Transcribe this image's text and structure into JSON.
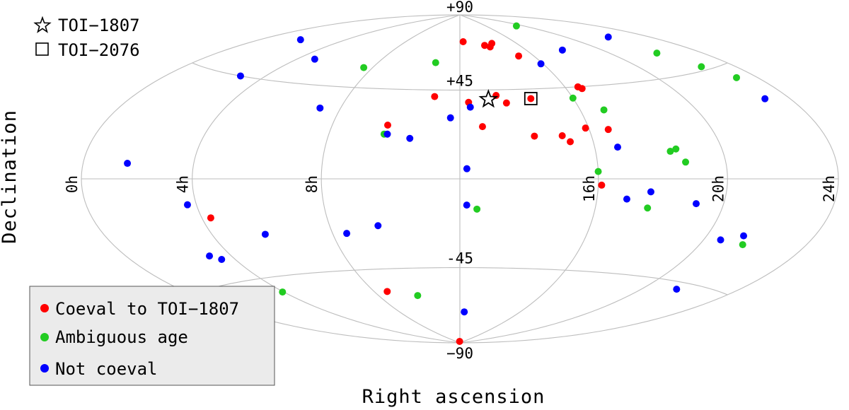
{
  "chart_data": {
    "type": "scatter",
    "projection": "hammer-aitoff",
    "title": "",
    "xlabel": "Right ascension",
    "ylabel": "Declination",
    "x_unit": "h",
    "x_ticks": [
      {
        "ra": 0,
        "label": "0h"
      },
      {
        "ra": 4,
        "label": "4h"
      },
      {
        "ra": 8,
        "label": "8h"
      },
      {
        "ra": 16,
        "label": "16h"
      },
      {
        "ra": 20,
        "label": "20h"
      },
      {
        "ra": 24,
        "label": "24h"
      }
    ],
    "y_ticks": [
      {
        "dec": 90,
        "label": "+90"
      },
      {
        "dec": 45,
        "label": "+45"
      },
      {
        "dec": -45,
        "label": "-45"
      },
      {
        "dec": -90,
        "label": "−90"
      }
    ],
    "grid": true,
    "legend_position": "bottom-left",
    "colors": {
      "coeval": "#ff0000",
      "ambiguous": "#22cc22",
      "not_coeval": "#0000ff",
      "grid": "#bdbdbd"
    },
    "targets": [
      {
        "name": "TOI−1807",
        "marker": "star",
        "ra": 13.0,
        "dec": 40.0
      },
      {
        "name": "TOI−2076",
        "marker": "square",
        "ra": 14.5,
        "dec": 40.0
      }
    ],
    "series": [
      {
        "name": "Coeval to TOI−1807",
        "color": "#ff0000",
        "points": [
          {
            "ra": 12.25,
            "dec": 72.5
          },
          {
            "ra": 13.7,
            "dec": 70
          },
          {
            "ra": 14,
            "dec": 69
          },
          {
            "ra": 14.3,
            "dec": 71
          },
          {
            "ra": 15.2,
            "dec": 63
          },
          {
            "ra": 16.5,
            "dec": 45
          },
          {
            "ra": 16.6,
            "dec": 44
          },
          {
            "ra": 13.3,
            "dec": 42
          },
          {
            "ra": 12.3,
            "dec": 38.5
          },
          {
            "ra": 11.1,
            "dec": 41.5
          },
          {
            "ra": 14.5,
            "dec": 40
          },
          {
            "ra": 13.6,
            "dec": 38
          },
          {
            "ra": 16.6,
            "dec": 23.5
          },
          {
            "ra": 15.1,
            "dec": 21
          },
          {
            "ra": 12.7,
            "dec": 26
          },
          {
            "ra": 14.25,
            "dec": 21
          },
          {
            "ra": 15.3,
            "dec": 18
          },
          {
            "ra": 9.75,
            "dec": 26.5
          },
          {
            "ra": 15.9,
            "dec": 24.5
          },
          {
            "ra": 16.1,
            "dec": -3
          },
          {
            "ra": 4.3,
            "dec": -17
          },
          {
            "ra": 8.6,
            "dec": -57
          },
          {
            "ra": 11.7,
            "dec": -89
          }
        ]
      },
      {
        "name": "Ambiguous age",
        "color": "#22cc22",
        "points": [
          {
            "ra": 19.4,
            "dec": 79
          },
          {
            "ra": 10.8,
            "dec": 60
          },
          {
            "ra": 7.6,
            "dec": 55.5
          },
          {
            "ra": 22.1,
            "dec": 55
          },
          {
            "ra": 22.6,
            "dec": 46.5
          },
          {
            "ra": 23.15,
            "dec": 40
          },
          {
            "ra": 16.0,
            "dec": 39.5
          },
          {
            "ra": 16.8,
            "dec": 33
          },
          {
            "ra": 9.7,
            "dec": 22
          },
          {
            "ra": 18.3,
            "dec": 12.5
          },
          {
            "ra": 18.5,
            "dec": 13.5
          },
          {
            "ra": 18.7,
            "dec": 7.5
          },
          {
            "ra": 16.0,
            "dec": 3.5
          },
          {
            "ra": 12.5,
            "dec": -15
          },
          {
            "ra": 17.6,
            "dec": -13.5
          },
          {
            "ra": 21.55,
            "dec": -27
          },
          {
            "ra": 3.95,
            "dec": -52
          },
          {
            "ra": 9.9,
            "dec": -60
          }
        ]
      },
      {
        "name": "Not coeval",
        "color": "#0000ff",
        "points": [
          {
            "ra": 1.75,
            "dec": 63
          },
          {
            "ra": 4.8,
            "dec": 57
          },
          {
            "ra": 3.0,
            "dec": 45
          },
          {
            "ra": 15.9,
            "dec": 58
          },
          {
            "ra": 18.0,
            "dec": 64
          },
          {
            "ra": 22.2,
            "dec": 65
          },
          {
            "ra": 23.0,
            "dec": 31
          },
          {
            "ra": 7.3,
            "dec": 34
          },
          {
            "ra": 11.7,
            "dec": 30.5
          },
          {
            "ra": 12.35,
            "dec": 36
          },
          {
            "ra": 9.8,
            "dec": 22
          },
          {
            "ra": 10.5,
            "dec": 20
          },
          {
            "ra": 16.7,
            "dec": 15
          },
          {
            "ra": 12.2,
            "dec": 5
          },
          {
            "ra": 1.7,
            "dec": 6
          },
          {
            "ra": 16.9,
            "dec": -9.5
          },
          {
            "ra": 17.6,
            "dec": -6
          },
          {
            "ra": 19.1,
            "dec": -11
          },
          {
            "ra": 12.2,
            "dec": -13
          },
          {
            "ra": 3.7,
            "dec": -11
          },
          {
            "ra": 5.8,
            "dec": -25.5
          },
          {
            "ra": 8.45,
            "dec": -26.5
          },
          {
            "ra": 9.5,
            "dec": -23
          },
          {
            "ra": 3.2,
            "dec": -33
          },
          {
            "ra": 3.5,
            "dec": -35
          },
          {
            "ra": 21.3,
            "dec": -23.5
          },
          {
            "ra": 20.6,
            "dec": -26
          },
          {
            "ra": 21.45,
            "dec": -48
          },
          {
            "ra": 12.3,
            "dec": -70
          }
        ]
      }
    ]
  }
}
